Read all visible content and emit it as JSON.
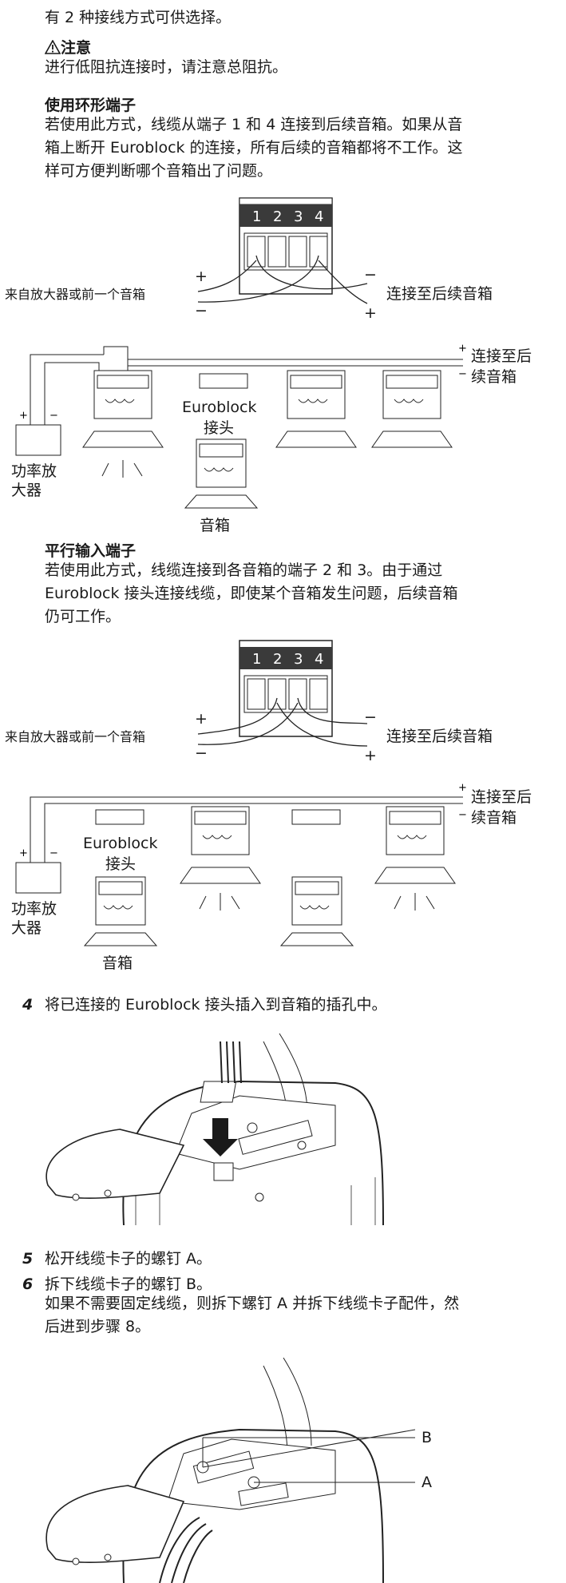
{
  "intro": "有 2 种接线方式可供选择。",
  "caution": {
    "title": "注意",
    "text": "进行低阻抗连接时，请注意总阻抗。"
  },
  "loop": {
    "title": "使用环形端子",
    "body": [
      "若使用此方式，线缆从端子 1 和 4 连接到后续音箱。如果从音",
      "箱上断开 Euroblock 的连接，所有后续的音箱都将不工作。这",
      "样可方便判断哪个音箱出了问题。"
    ]
  },
  "parallel": {
    "title": "平行输入端子",
    "body": [
      "若使用此方式，线缆连接到各音箱的端子 2 和 3。由于通过",
      "Euroblock 接头连接线缆，即使某个音箱发生问题，后续音箱",
      "仍可工作。"
    ]
  },
  "terminal_numbers": [
    "1",
    "2",
    "3",
    "4"
  ],
  "diagram_labels": {
    "from_amp": "来自放大器或前一个音箱",
    "to_next": "连接至后续音箱",
    "plus": "+",
    "minus": "−",
    "to_next_line1": "连接至后",
    "to_next_line2": "续音箱",
    "euroblock": "Euroblock",
    "connector": "接头",
    "amp_line1": "功率放",
    "amp_line2": "大器",
    "speaker": "音箱"
  },
  "steps": [
    {
      "num": "4",
      "text": "将已连接的 Euroblock 接头插入到音箱的插孔中。"
    },
    {
      "num": "5",
      "text": "松开线缆卡子的螺钉 A。"
    },
    {
      "num": "6",
      "text": "拆下线缆卡子的螺钉 B。",
      "sub": [
        "如果不需要固定线缆，则拆下螺钉 A 并拆下线缆卡子配件，然",
        "后进到步骤 8。"
      ]
    }
  ],
  "callouts": {
    "b": "B",
    "a": "A"
  }
}
